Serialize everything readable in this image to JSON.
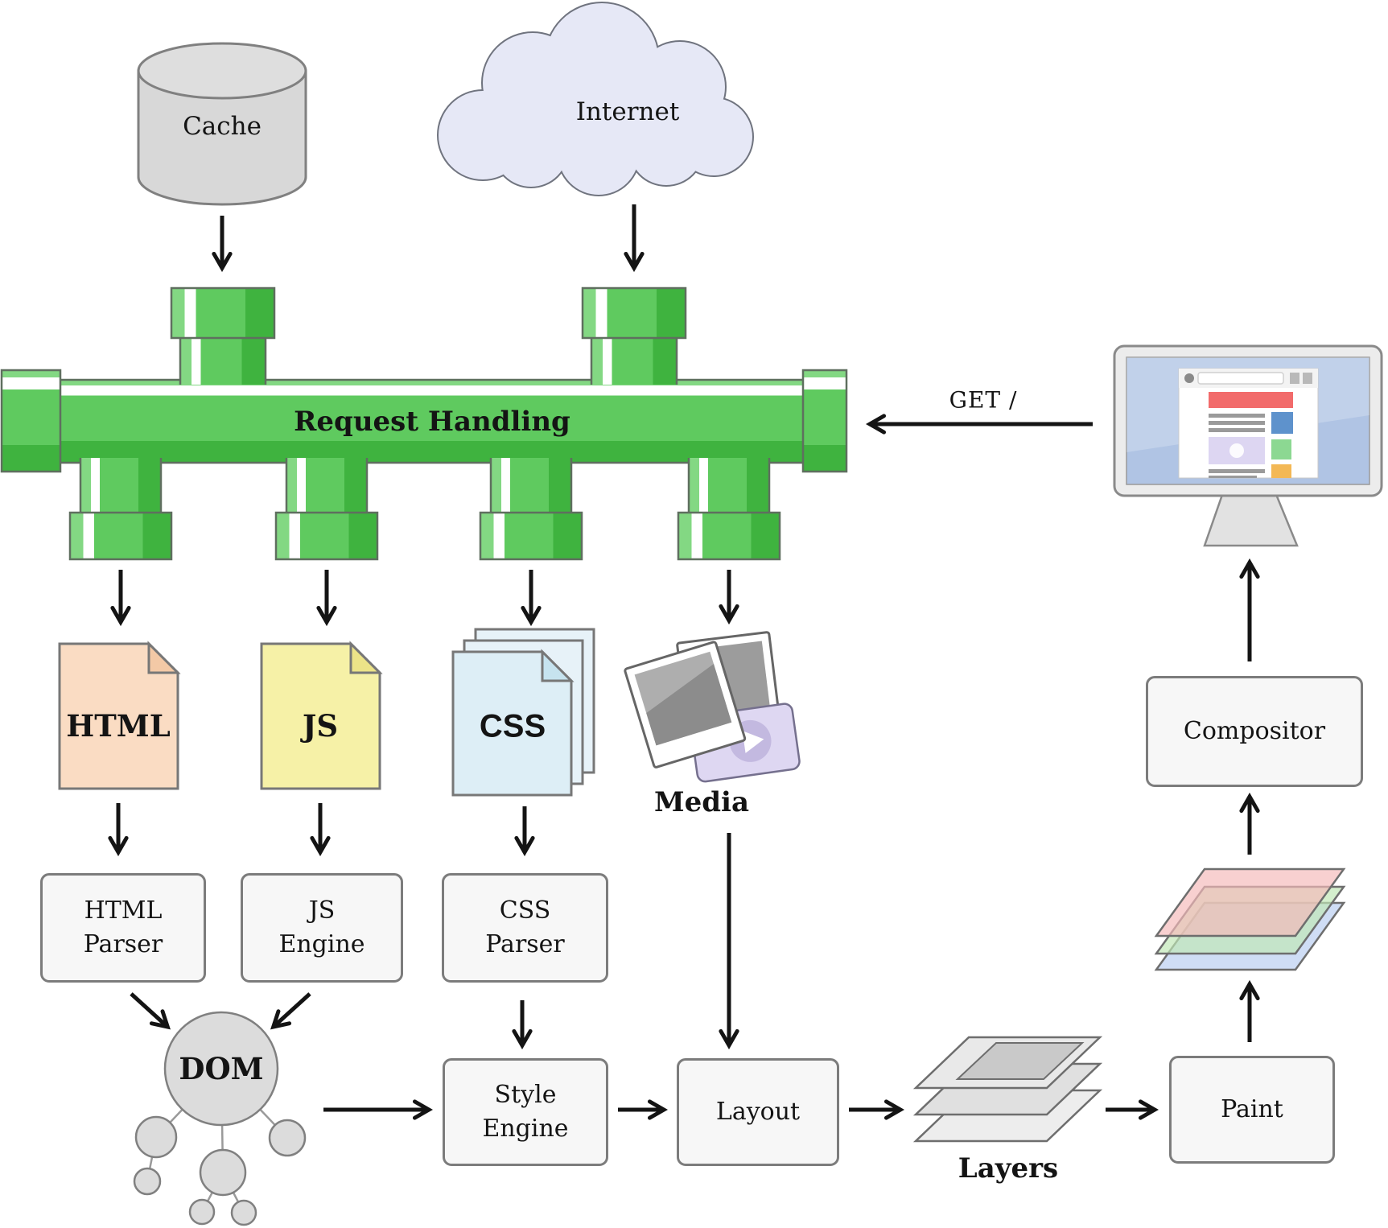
{
  "nodes": {
    "cache": "Cache",
    "internet": "Internet",
    "request_handling": "Request Handling",
    "html_doc": "HTML",
    "js_doc": "JS",
    "css_doc": "CSS",
    "media": "Media",
    "html_parser": "HTML Parser",
    "js_engine": "JS Engine",
    "css_parser": "CSS Parser",
    "dom": "DOM",
    "style_engine": "Style Engine",
    "layout": "Layout",
    "layers": "Layers",
    "paint": "Paint",
    "compositor": "Compositor"
  },
  "annotations": {
    "get_request": "GET /"
  },
  "colors": {
    "pipe_green": "#5fca5f",
    "pipe_green_dark": "#3fb33f",
    "pipe_green_light": "#83d883",
    "cache_gray": "#d8d8d8",
    "cloud_fill": "#e6e8f6",
    "html_doc_fill": "#fadcc3",
    "html_doc_fold": "#f3c9a6",
    "js_doc_fill": "#f6f1a7",
    "js_doc_fold": "#ece388",
    "css_doc_fill": "#ddeef6",
    "css_doc_back": "#e7f2f8",
    "css_doc_fold": "#c6e3ef",
    "media_video": "#ded7f2",
    "node_fill": "#f7f7f7",
    "node_border": "#7c7c7c",
    "dom_fill": "#dcdcdc",
    "layer_red": "#f4b9b9",
    "layer_green": "#bfe8b6",
    "layer_blue": "#b8cdf0",
    "gray_layer": "#e9e9e9",
    "monitor_screen": "#b0c4e4",
    "browser_red": "#f26b6b",
    "browser_blue": "#5e92cc",
    "browser_green": "#8cd892",
    "browser_orange": "#f3b855",
    "browser_purple": "#ddd6f2"
  }
}
